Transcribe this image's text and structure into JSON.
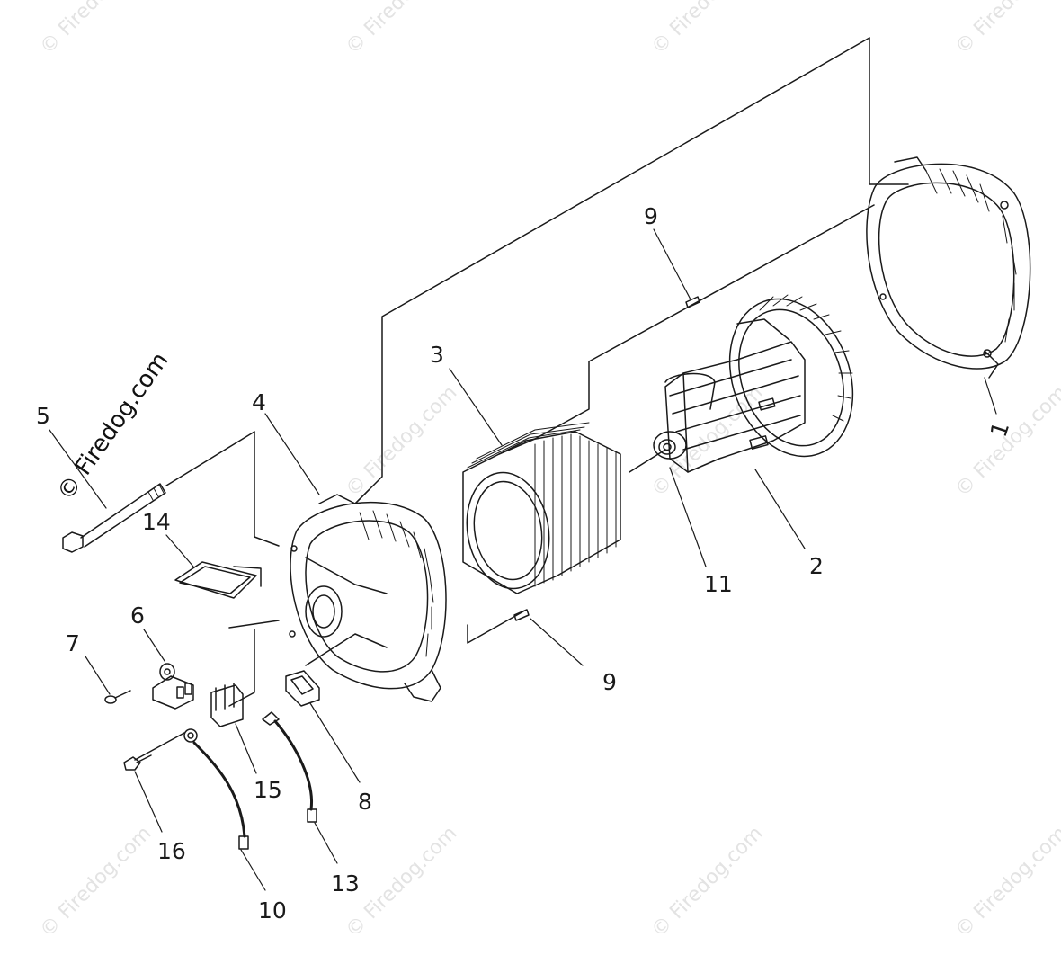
{
  "watermark": {
    "text": "© Firedog.com"
  },
  "brand": {
    "text": "© Firedog.com"
  },
  "callouts": {
    "p1": "1",
    "p2": "2",
    "p3": "3",
    "p4": "4",
    "p5": "5",
    "p6": "6",
    "p7": "7",
    "p8": "8",
    "p9a": "9",
    "p9b": "9",
    "p10": "10",
    "p11": "11",
    "p13": "13",
    "p14": "14",
    "p15": "15",
    "p16": "16"
  }
}
